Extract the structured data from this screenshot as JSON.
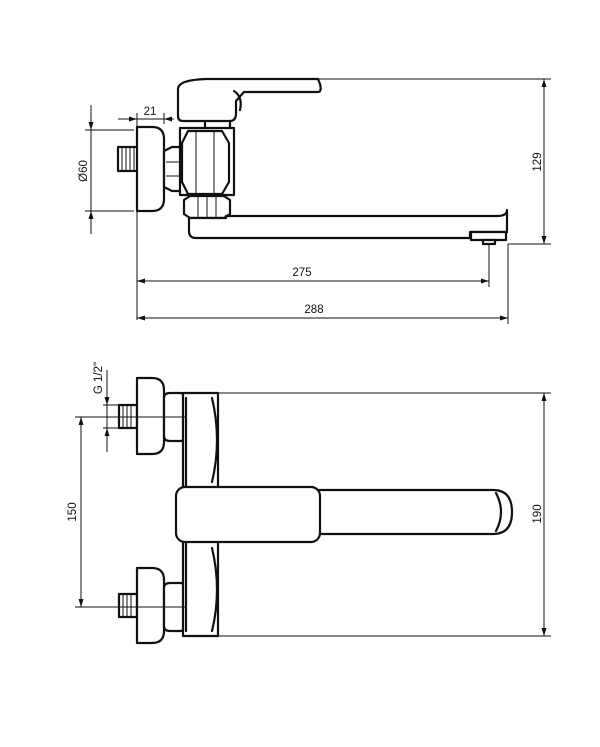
{
  "title": "",
  "side_view": {
    "dimensions": {
      "wall_flange_diameter": "Ø60",
      "thread_projection": "21",
      "height": "129",
      "spout_reach": "275",
      "overall_length": "288"
    }
  },
  "top_view": {
    "dimensions": {
      "thread_size": "G 1/2\"",
      "connection_spacing": "150",
      "overall_height": "190"
    }
  }
}
